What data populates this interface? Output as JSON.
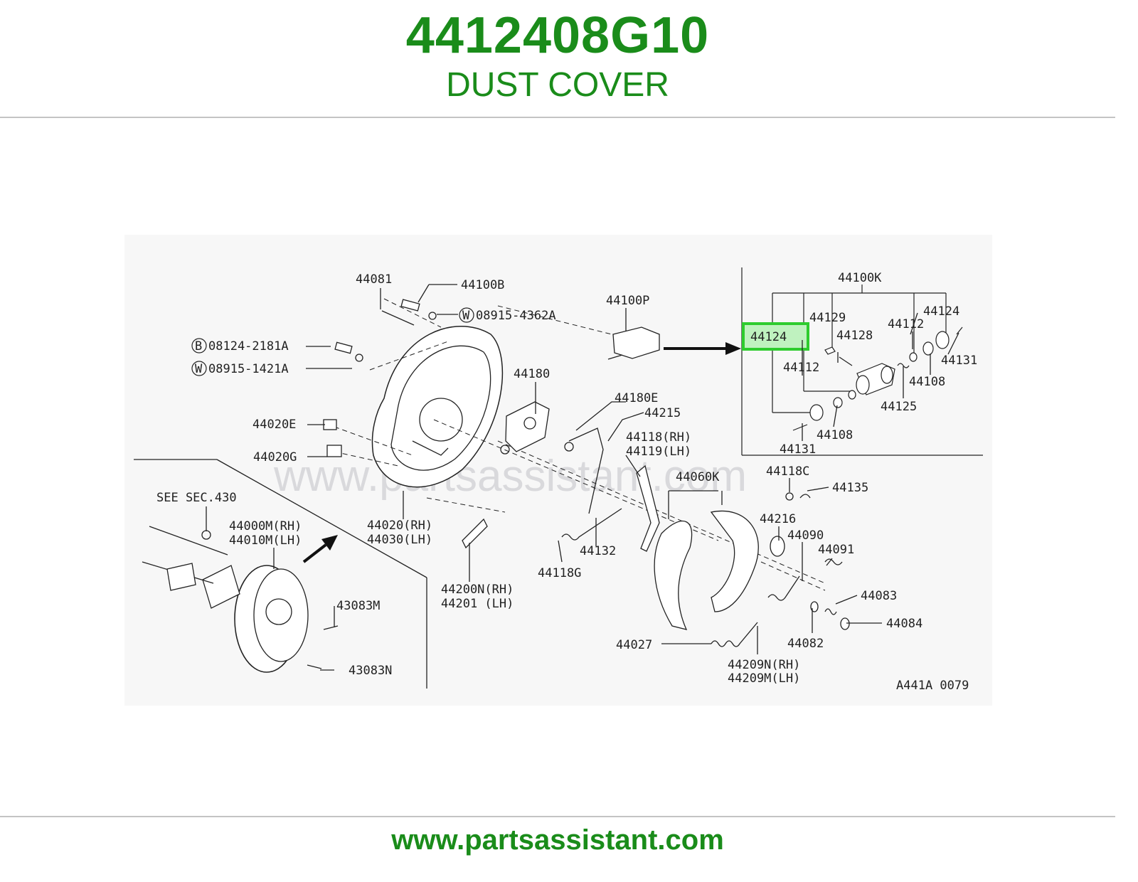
{
  "header": {
    "part_number": "4412408G10",
    "part_name": "DUST COVER"
  },
  "footer": {
    "url": "www.partsassistant.com"
  },
  "diagram": {
    "watermark": "www.partsassistant.com",
    "highlight_color": "#2ecc2e",
    "callouts": {
      "c44081": "44081",
      "c44100B": "44100B",
      "cW08915_4362A": "08915-4362A",
      "c44100P": "44100P",
      "cB08124_2181A": "08124-2181A",
      "cW08915_1421A": "08915-1421A",
      "c44180": "44180",
      "c44180E": "44180E",
      "c44215": "44215",
      "c44020E": "44020E",
      "c44020G": "44020G",
      "c44118RH": "44118(RH)",
      "c44119LH": "44119(LH)",
      "c44060K": "44060K",
      "c44118C": "44118C",
      "c44135": "44135",
      "seeSec": "SEE SEC.430",
      "c44000M": "44000M(RH)",
      "c44010M": "44010M(LH)",
      "c44020RH": "44020(RH)",
      "c44030LH": "44030(LH)",
      "c44216": "44216",
      "c44090": "44090",
      "c44091": "44091",
      "c44132": "44132",
      "c44118G": "44118G",
      "c43083M": "43083M",
      "c44200N": "44200N(RH)",
      "c44201": "44201  (LH)",
      "c44083": "44083",
      "c44084": "44084",
      "c44082": "44082",
      "c44027": "44027",
      "c43083N": "43083N",
      "c44209N": "44209N(RH)",
      "c44209M": "44209M(LH)",
      "ref": "A441A 0079",
      "c44100K": "44100K",
      "c44129": "44129",
      "c44112a": "44112",
      "c44124a": "44124",
      "c44124hl": "44124",
      "c44128": "44128",
      "c44112b": "44112",
      "c44131a": "44131",
      "c44108a": "44108",
      "c44125": "44125",
      "c44108b": "44108",
      "c44131b": "44131",
      "markB": "B",
      "markW1": "W",
      "markW2": "W"
    }
  }
}
